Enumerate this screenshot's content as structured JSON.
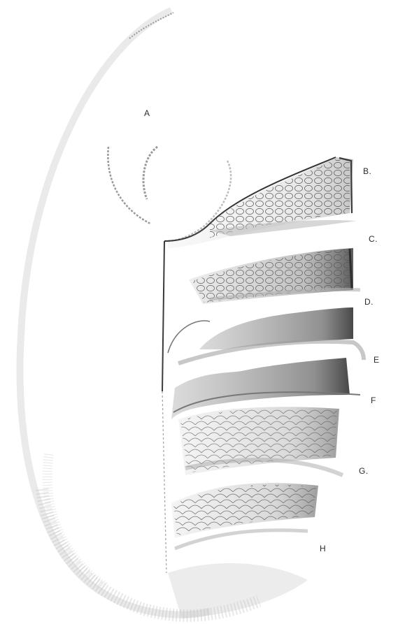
{
  "labels": {
    "a": "A",
    "b": "B.",
    "c": "C.",
    "d": "D.",
    "e": "E",
    "f": "F",
    "g": "G.",
    "h": "H"
  },
  "colors": {
    "background": "#ffffff",
    "ink": "#3a3a3a",
    "tint": "#8c8c8c",
    "label": "#2a2a2a"
  }
}
